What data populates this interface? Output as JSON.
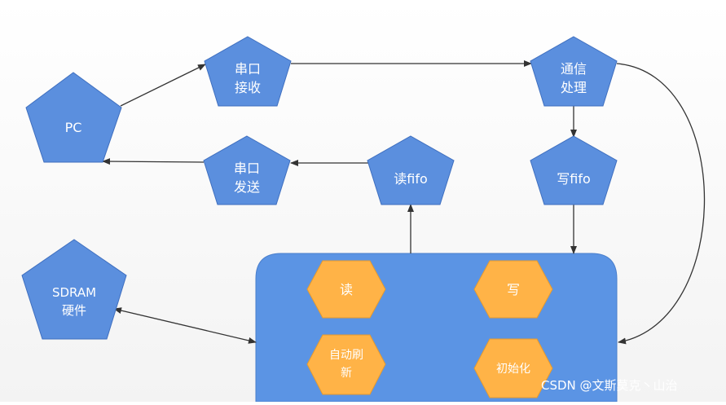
{
  "nodes": {
    "pc": "PC",
    "uart_rx": [
      "串口",
      "接收"
    ],
    "comm_proc": [
      "通信",
      "处理"
    ],
    "uart_tx": [
      "串口",
      "发送"
    ],
    "read_fifo": "读fifo",
    "write_fifo": "写fifo",
    "sdram_hw": [
      "SDRAM",
      "硬件"
    ]
  },
  "controller": {
    "read": "读",
    "write": "写",
    "auto_refresh": [
      "自动刷",
      "新"
    ],
    "init": "初始化"
  },
  "watermark": "CSDN @文斯莫克丶山治",
  "colors": {
    "pentagon": "#5b8fde",
    "pentagon_stroke": "#3f6fbf",
    "block": "#5b94e4",
    "hexagon": "#ffb347",
    "arrow": "#333333"
  },
  "icons": [
    "arrow-head"
  ]
}
